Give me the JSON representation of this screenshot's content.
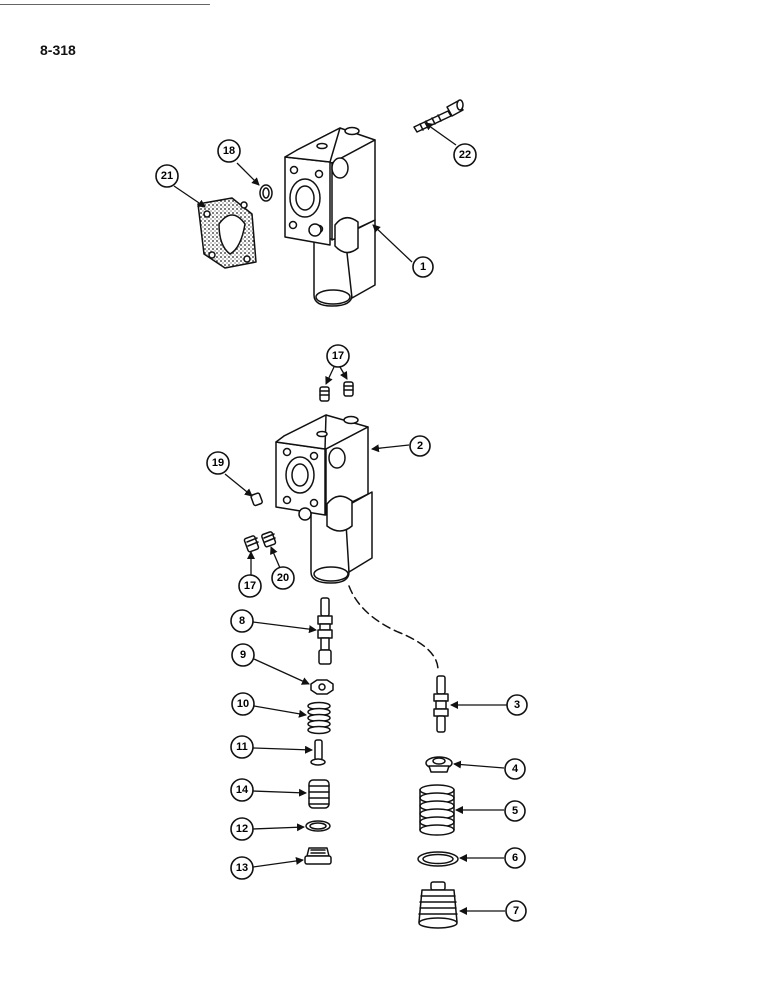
{
  "page": {
    "number": "8-318"
  },
  "callouts": {
    "c1": "1",
    "c2": "2",
    "c3": "3",
    "c4": "4",
    "c5": "5",
    "c6": "6",
    "c7": "7",
    "c8": "8",
    "c9": "9",
    "c10": "10",
    "c11": "11",
    "c12": "12",
    "c13": "13",
    "c14": "14",
    "c17a": "17",
    "c17b": "17",
    "c18": "18",
    "c19": "19",
    "c20": "20",
    "c21": "21",
    "c22": "22"
  }
}
